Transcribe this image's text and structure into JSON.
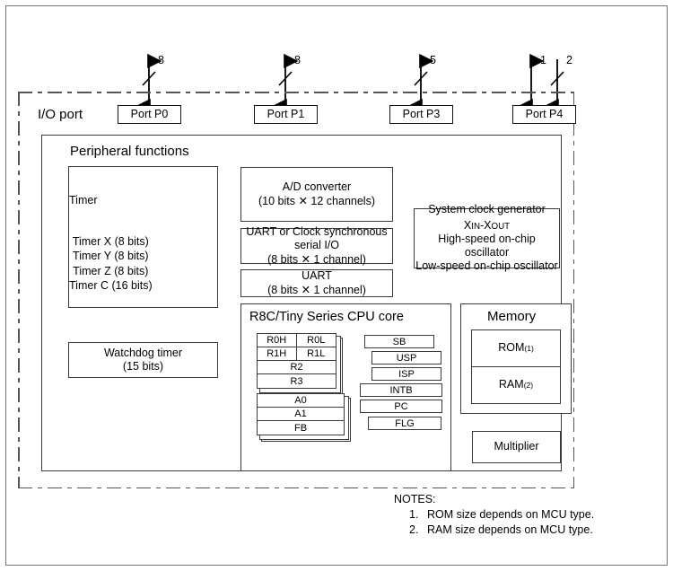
{
  "diagram": {
    "io_port_label": "I/O port",
    "ports": [
      {
        "name": "Port P0",
        "signals": [
          {
            "width": "8",
            "direction": "bidirectional",
            "slash": true
          }
        ]
      },
      {
        "name": "Port P1",
        "signals": [
          {
            "width": "8",
            "direction": "bidirectional",
            "slash": true
          }
        ]
      },
      {
        "name": "Port P3",
        "signals": [
          {
            "width": "5",
            "direction": "bidirectional",
            "slash": true
          }
        ]
      },
      {
        "name": "Port P4",
        "signals": [
          {
            "width": "1",
            "direction": "bidirectional",
            "slash": false
          },
          {
            "width": "2",
            "direction": "input",
            "slash": true
          }
        ]
      }
    ],
    "peripheral": {
      "title": "Peripheral functions",
      "timer": {
        "title": "Timer",
        "lines": [
          "Timer X (8 bits)",
          "Timer Y (8 bits)",
          "Timer Z (8 bits)",
          "Timer C (16 bits)"
        ]
      },
      "watchdog": {
        "line1": "Watchdog timer",
        "line2": "(15 bits)"
      },
      "ad_converter": {
        "line1": "A/D converter",
        "line2": "(10 bits ✕ 12 channels)"
      },
      "uart_clock_sync": {
        "line1": "UART or Clock synchronous",
        "line2": "serial I/O",
        "line3": "(8 bits ✕ 1 channel)"
      },
      "uart": {
        "line1": "UART",
        "line2": "(8 bits ✕ 1 channel)"
      },
      "clock_generator": {
        "title": "System clock generator",
        "xin": "X",
        "xin_sub": "IN",
        "dash": "-",
        "xout": "X",
        "xout_sub": "OUT",
        "line2": "High-speed on-chip oscillator",
        "line3": "Low-speed on-chip oscillator"
      }
    },
    "cpu_core": {
      "title": "R8C/Tiny Series CPU core",
      "data_registers": [
        {
          "cells": [
            "R0H",
            "R0L"
          ]
        },
        {
          "cells": [
            "R1H",
            "R1L"
          ]
        },
        {
          "cells": [
            "R2"
          ]
        },
        {
          "cells": [
            "R3"
          ]
        }
      ],
      "address_registers": [
        {
          "cells": [
            "A0"
          ]
        },
        {
          "cells": [
            "A1"
          ]
        },
        {
          "cells": [
            "FB"
          ]
        }
      ],
      "control_registers": [
        "SB",
        "USP",
        "ISP",
        "INTB",
        "PC",
        "FLG"
      ]
    },
    "memory": {
      "title": "Memory",
      "rom": {
        "label": "ROM",
        "note": "(1)"
      },
      "ram": {
        "label": "RAM",
        "note": "(2)"
      }
    },
    "multiplier": {
      "label": "Multiplier"
    },
    "notes": {
      "heading": "NOTES:",
      "items": [
        {
          "num": "1.",
          "text": "ROM size depends on MCU type."
        },
        {
          "num": "2.",
          "text": "RAM size depends on MCU type."
        }
      ]
    }
  },
  "colors": {
    "line": "#3a3a3a",
    "boundary": "#555555",
    "frame": "#777777",
    "text": "#000000"
  }
}
